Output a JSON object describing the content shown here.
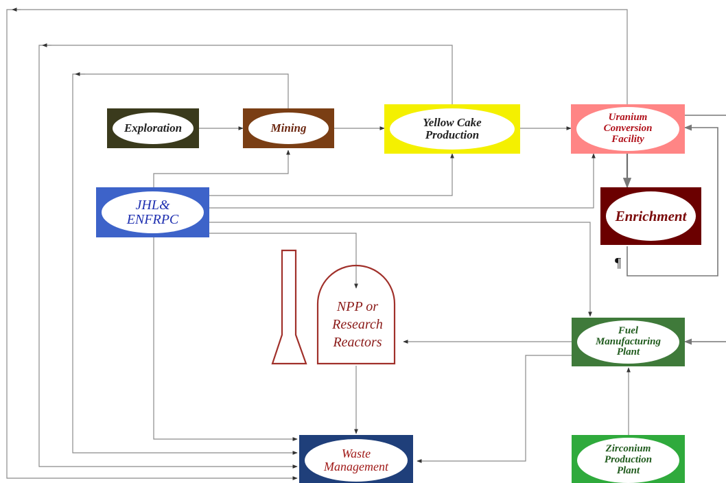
{
  "nodes": {
    "exploration": "Exploration",
    "mining": "Mining",
    "yellow_cake": [
      "Yellow Cake",
      "Production"
    ],
    "uranium_conversion": [
      "Uranium",
      "Conversion",
      "Facility"
    ],
    "enrichment": "Enrichment",
    "jhl": [
      "JHL&",
      "ENFRPC"
    ],
    "npp": [
      "NPP or",
      "Research",
      "Reactors"
    ],
    "fuel": [
      "Fuel",
      "Manufacturing",
      "Plant"
    ],
    "waste": [
      "Waste",
      "Management"
    ],
    "zirconium": [
      "Zirconium",
      "Production",
      "Plant"
    ]
  },
  "marks": {
    "pilcrow": "¶"
  },
  "colors": {
    "exploration": "#3a3a1c",
    "mining": "#7a3e14",
    "yellow_cake": "#f4f000",
    "uranium_conversion": "#ff8585",
    "enrichment": "#6b0000",
    "jhl": "#3d63c9",
    "fuel": "#3f7a3a",
    "waste": "#1f3f7a",
    "zirconium": "#2faa3c",
    "reactor_outline": "#a0302a",
    "line": "#8a8a8a"
  }
}
